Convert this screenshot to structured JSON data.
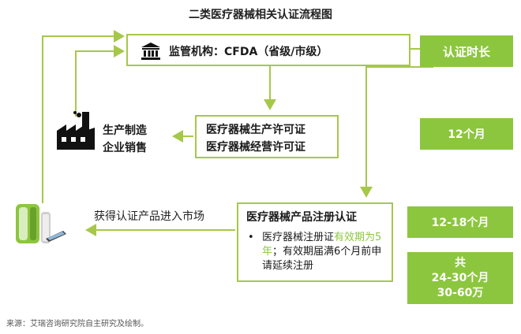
{
  "title": "二类医疗器械相关认证流程图",
  "authority": {
    "label": "监管机构：CFDA（省级/市级）",
    "icon": "institution-icon"
  },
  "permits": {
    "line1": "医疗器械生产许可证",
    "line2": "医疗器械经营许可证"
  },
  "enterprise": {
    "line1": "生产制造",
    "line2": "企业销售",
    "icon": "factory-icon"
  },
  "registration": {
    "title": "医疗器械产品注册认证",
    "bullet": "•",
    "note_a": "医疗器械注册证",
    "note_b": "有效期为5年",
    "note_c": "；有效期届满6个月前申请延续注册"
  },
  "market_label": "获得认证产品进入市场",
  "product_icon": "medical-device-icon",
  "durations": {
    "header": "认证时长",
    "permit": "12个月",
    "registration": "12-18个月",
    "total_line1": "共",
    "total_line2": "24-30个月",
    "total_line3": "30-60万"
  },
  "source": "来源：艾瑞咨询研究院自主研究及绘制。",
  "colors": {
    "accent": "#8cc63f",
    "border": "#a6c84a",
    "dark": "#1a1a1a"
  }
}
